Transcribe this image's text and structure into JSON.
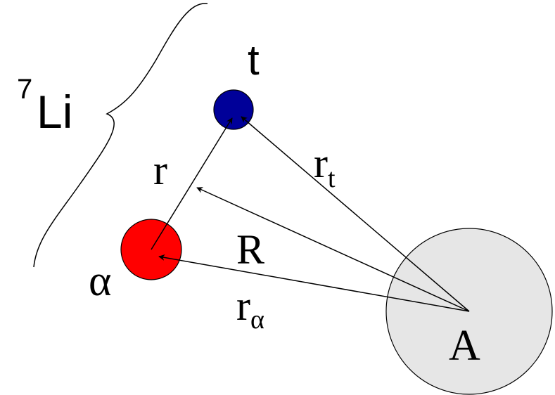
{
  "labels": {
    "nucleus_mass": "7",
    "nucleus_symbol": "Li",
    "triton": "t",
    "alpha": "α",
    "target": "A",
    "r": "r",
    "r_t_base": "r",
    "r_t_sub": "t",
    "R": "R",
    "r_alpha_base": "r",
    "r_alpha_sub": "α"
  },
  "colors": {
    "alpha_fill": "#ff0000",
    "triton_fill": "#000099",
    "target_fill": "#e6e6e6",
    "stroke": "#000000"
  }
}
